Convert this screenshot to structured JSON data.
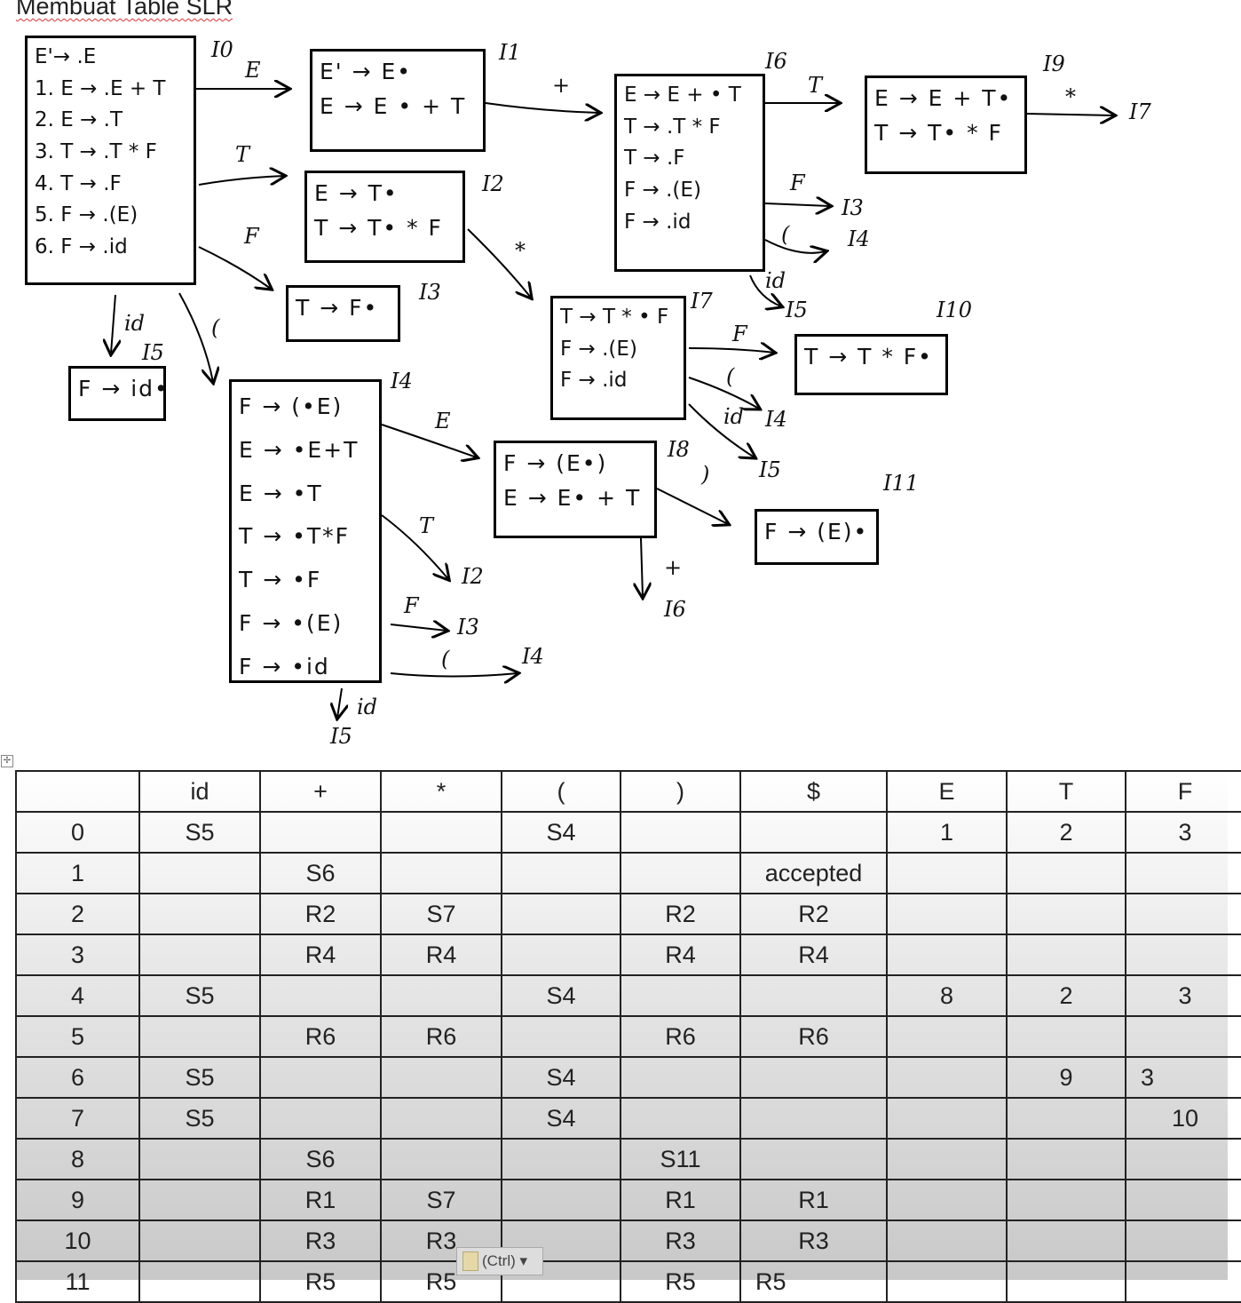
{
  "title": "Membuat Table SLR",
  "diagram": {
    "states": [
      {
        "id": "I0",
        "items": [
          "E'→ .E",
          "1.  E → .E + T",
          "2.  E → .T",
          "3.  T → .T * F",
          "4.  T → .F",
          "5.  F → .(E)",
          "6.  F → .id"
        ]
      },
      {
        "id": "I1",
        "items": [
          "E' → E•",
          "E → E • + T"
        ]
      },
      {
        "id": "I2",
        "items": [
          "E → T•",
          "T → T• * F"
        ]
      },
      {
        "id": "I3",
        "items": [
          "T → F•"
        ]
      },
      {
        "id": "I5",
        "items": [
          "F → id•"
        ]
      },
      {
        "id": "I4",
        "items": [
          "F → (•E)",
          "E → •E+T",
          "E → •T",
          "T → •T*F",
          "T → •F",
          "F → •(E)",
          "F → •id"
        ]
      },
      {
        "id": "I6",
        "items": [
          "E → E + • T",
          "T → .T * F",
          "T → .F",
          "F → .(E)",
          "F → .id"
        ]
      },
      {
        "id": "I7",
        "items": [
          "T → T * • F",
          "F → .(E)",
          "F → .id"
        ]
      },
      {
        "id": "I8",
        "items": [
          "F → (E•)",
          "E → E• + T"
        ]
      },
      {
        "id": "I9",
        "items": [
          "E → E + T•",
          "T → T• * F"
        ]
      },
      {
        "id": "I10",
        "items": [
          "T → T * F•"
        ]
      },
      {
        "id": "I11",
        "items": [
          "F → (E)•"
        ]
      }
    ],
    "labels": [
      "I0",
      "E",
      "I1",
      "+",
      "I6",
      "T",
      "I9",
      "*",
      "I7",
      "T",
      "I2",
      "F",
      "I3",
      "*",
      "F",
      "I3",
      "(",
      "I4",
      "id",
      "I5",
      "I7",
      "I10",
      "F",
      "(",
      "I4",
      "id",
      "I5",
      "id",
      "(",
      "I5",
      "I4",
      "E",
      "I8",
      ")",
      "I11",
      "T",
      "I2",
      "F",
      "I3",
      "(",
      "I4",
      "+",
      "I6",
      "id",
      "I5"
    ]
  },
  "table": {
    "headers": [
      "",
      "id",
      "+",
      "*",
      "(",
      ")",
      "$",
      "E",
      "T",
      "F"
    ],
    "rows": [
      [
        "0",
        "S5",
        "",
        "",
        "S4",
        "",
        "",
        "1",
        "2",
        "3"
      ],
      [
        "1",
        "",
        "S6",
        "",
        "",
        "",
        "accepted",
        "",
        "",
        ""
      ],
      [
        "2",
        "",
        "R2",
        "S7",
        "",
        "R2",
        "R2",
        "",
        "",
        ""
      ],
      [
        "3",
        "",
        "R4",
        "R4",
        "",
        "R4",
        "R4",
        "",
        "",
        ""
      ],
      [
        "4",
        "S5",
        "",
        "",
        "S4",
        "",
        "",
        "8",
        "2",
        "3"
      ],
      [
        "5",
        "",
        "R6",
        "R6",
        "",
        "R6",
        "R6",
        "",
        "",
        ""
      ],
      [
        "6",
        "S5",
        "",
        "",
        "S4",
        "",
        "",
        "",
        "9",
        "3"
      ],
      [
        "7",
        "S5",
        "",
        "",
        "S4",
        "",
        "",
        "",
        "",
        "10"
      ],
      [
        "8",
        "",
        "S6",
        "",
        "",
        "S11",
        "",
        "",
        "",
        ""
      ],
      [
        "9",
        "",
        "R1",
        "S7",
        "",
        "R1",
        "R1",
        "",
        "",
        ""
      ],
      [
        "10",
        "",
        "R3",
        "R3",
        "",
        "R3",
        "R3",
        "",
        "",
        ""
      ],
      [
        "11",
        "",
        "R5",
        "R5",
        "",
        "R5",
        "R5",
        "",
        "",
        ""
      ]
    ]
  },
  "paste_options": "(Ctrl) ▾"
}
